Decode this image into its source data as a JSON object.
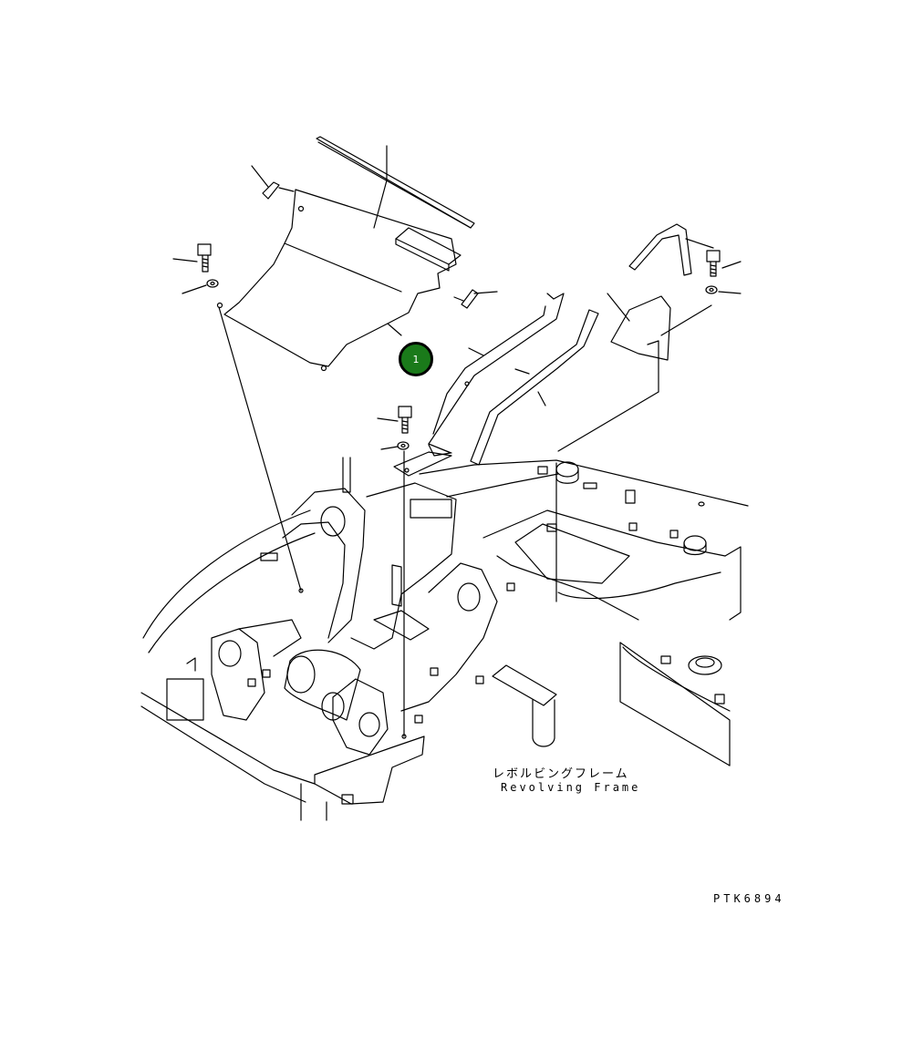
{
  "diagram": {
    "frame_label_jp": "レボルビングフレーム",
    "frame_label_en": "Revolving Frame",
    "figure_code": "PTK6894",
    "callout_number": "1",
    "colors": {
      "line": "#000000",
      "background": "#ffffff",
      "callout_fill": "#1a7a1a",
      "callout_text": "#ffffff"
    }
  }
}
